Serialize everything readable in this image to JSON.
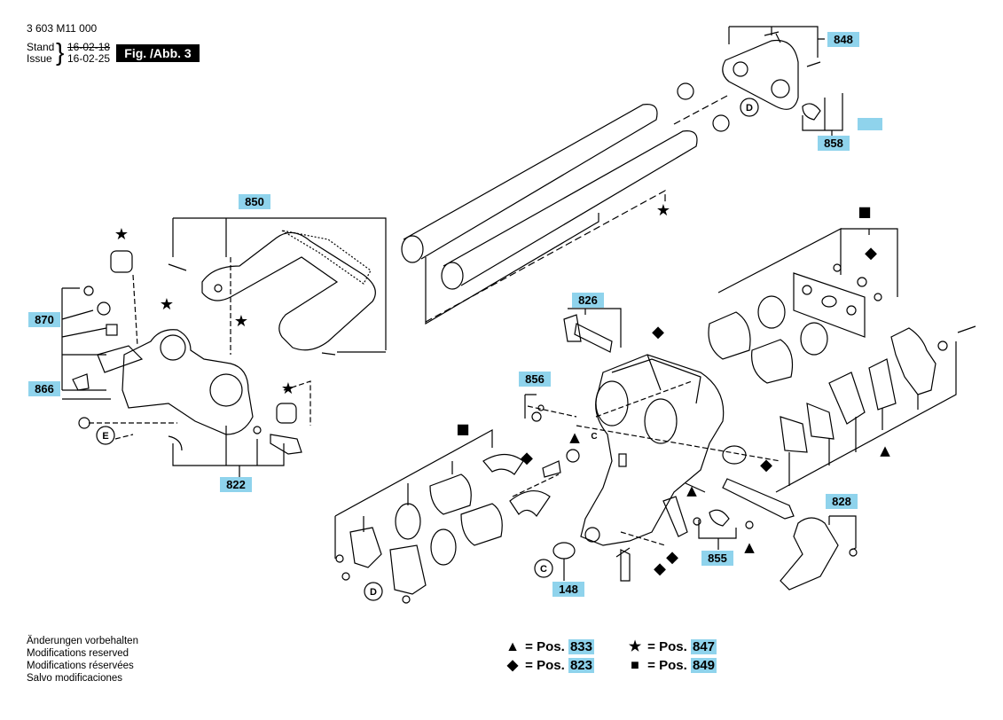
{
  "header": {
    "doc_number": "3 603 M11 000",
    "stand_label": "Stand",
    "issue_label": "Issue",
    "stand_date": "16-02-18",
    "issue_date": "16-02-25",
    "figure_title": "Fig. /Abb. 3"
  },
  "notes": [
    "Änderungen vorbehalten",
    "Modifications reserved",
    "Modifications réservées",
    "Salvo modificaciones"
  ],
  "part_labels": {
    "p848": "848",
    "p858": "858",
    "p850": "850",
    "p870": "870",
    "p866": "866",
    "p822": "822",
    "p826": "826",
    "p856": "856",
    "p828": "828",
    "p855": "855",
    "p148": "148"
  },
  "callouts": {
    "d_top": "D",
    "d_bottom": "D",
    "c_bottom": "C",
    "c_mid": "C",
    "e_left": "E"
  },
  "legend": {
    "prefix": "= Pos.",
    "triangle_pos": "833",
    "diamond_pos": "823",
    "star_pos": "847",
    "square_pos": "849"
  },
  "symbols": {
    "triangle": "▲",
    "diamond": "◆",
    "star": "★",
    "square": "■"
  },
  "colors": {
    "label_bg": "#8fd3ec"
  }
}
